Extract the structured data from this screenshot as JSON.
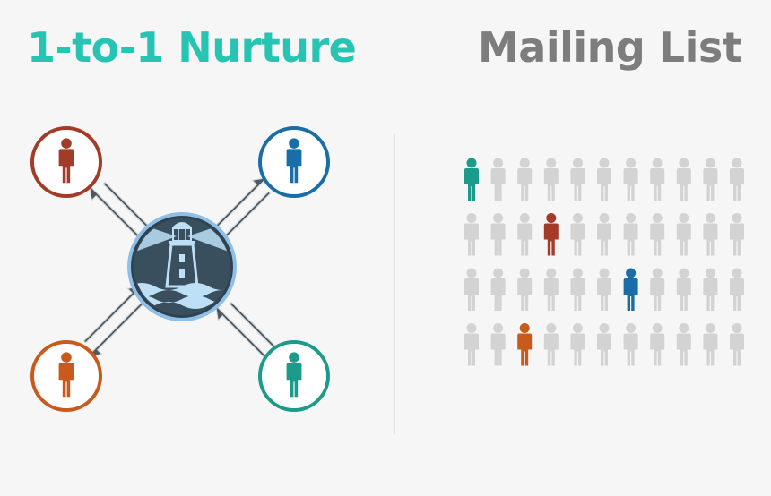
{
  "titles": {
    "left": "1-to-1 Nurture",
    "right": "Mailing List"
  },
  "colors": {
    "background": "#f6f6f6",
    "teal": "#27c4b3",
    "title_gray": "#7d7d7d",
    "red": "#a23b28",
    "orange": "#c85b1c",
    "blue": "#1a6ea8",
    "green": "#1c9a8a",
    "gray_person": "#d3d3d3",
    "arrow": "#5c6770",
    "hub_ring": "#8fbfe6",
    "hub_fill": "#2f4250",
    "hub_light": "#bde0f7"
  },
  "icons": {
    "hub": "lighthouse-icon",
    "person": "person-icon",
    "arrow": "bidirectional-arrow-icon"
  },
  "nurture": {
    "contacts": [
      {
        "id": "top-left",
        "color": "red"
      },
      {
        "id": "top-right",
        "color": "blue"
      },
      {
        "id": "bottom-left",
        "color": "orange"
      },
      {
        "id": "bottom-right",
        "color": "green"
      }
    ]
  },
  "mailing_list": {
    "rows": 4,
    "cols": 11,
    "highlights": [
      {
        "row": 0,
        "col": 0,
        "color": "green"
      },
      {
        "row": 1,
        "col": 3,
        "color": "red"
      },
      {
        "row": 2,
        "col": 6,
        "color": "blue"
      },
      {
        "row": 3,
        "col": 2,
        "color": "orange"
      }
    ]
  }
}
